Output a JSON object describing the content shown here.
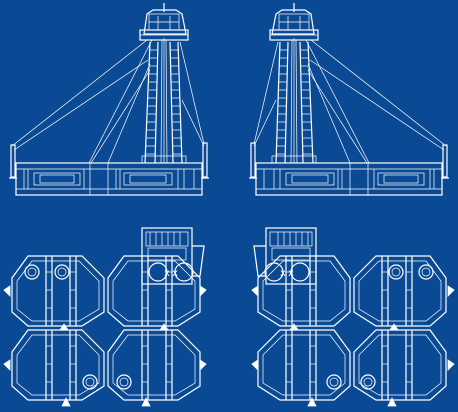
{
  "drawing": {
    "background_color": "#0a4a94",
    "line_color": "#ffffff",
    "views": [
      {
        "name": "elevation-left"
      },
      {
        "name": "elevation-right"
      },
      {
        "name": "plan-left"
      },
      {
        "name": "plan-right"
      }
    ]
  }
}
